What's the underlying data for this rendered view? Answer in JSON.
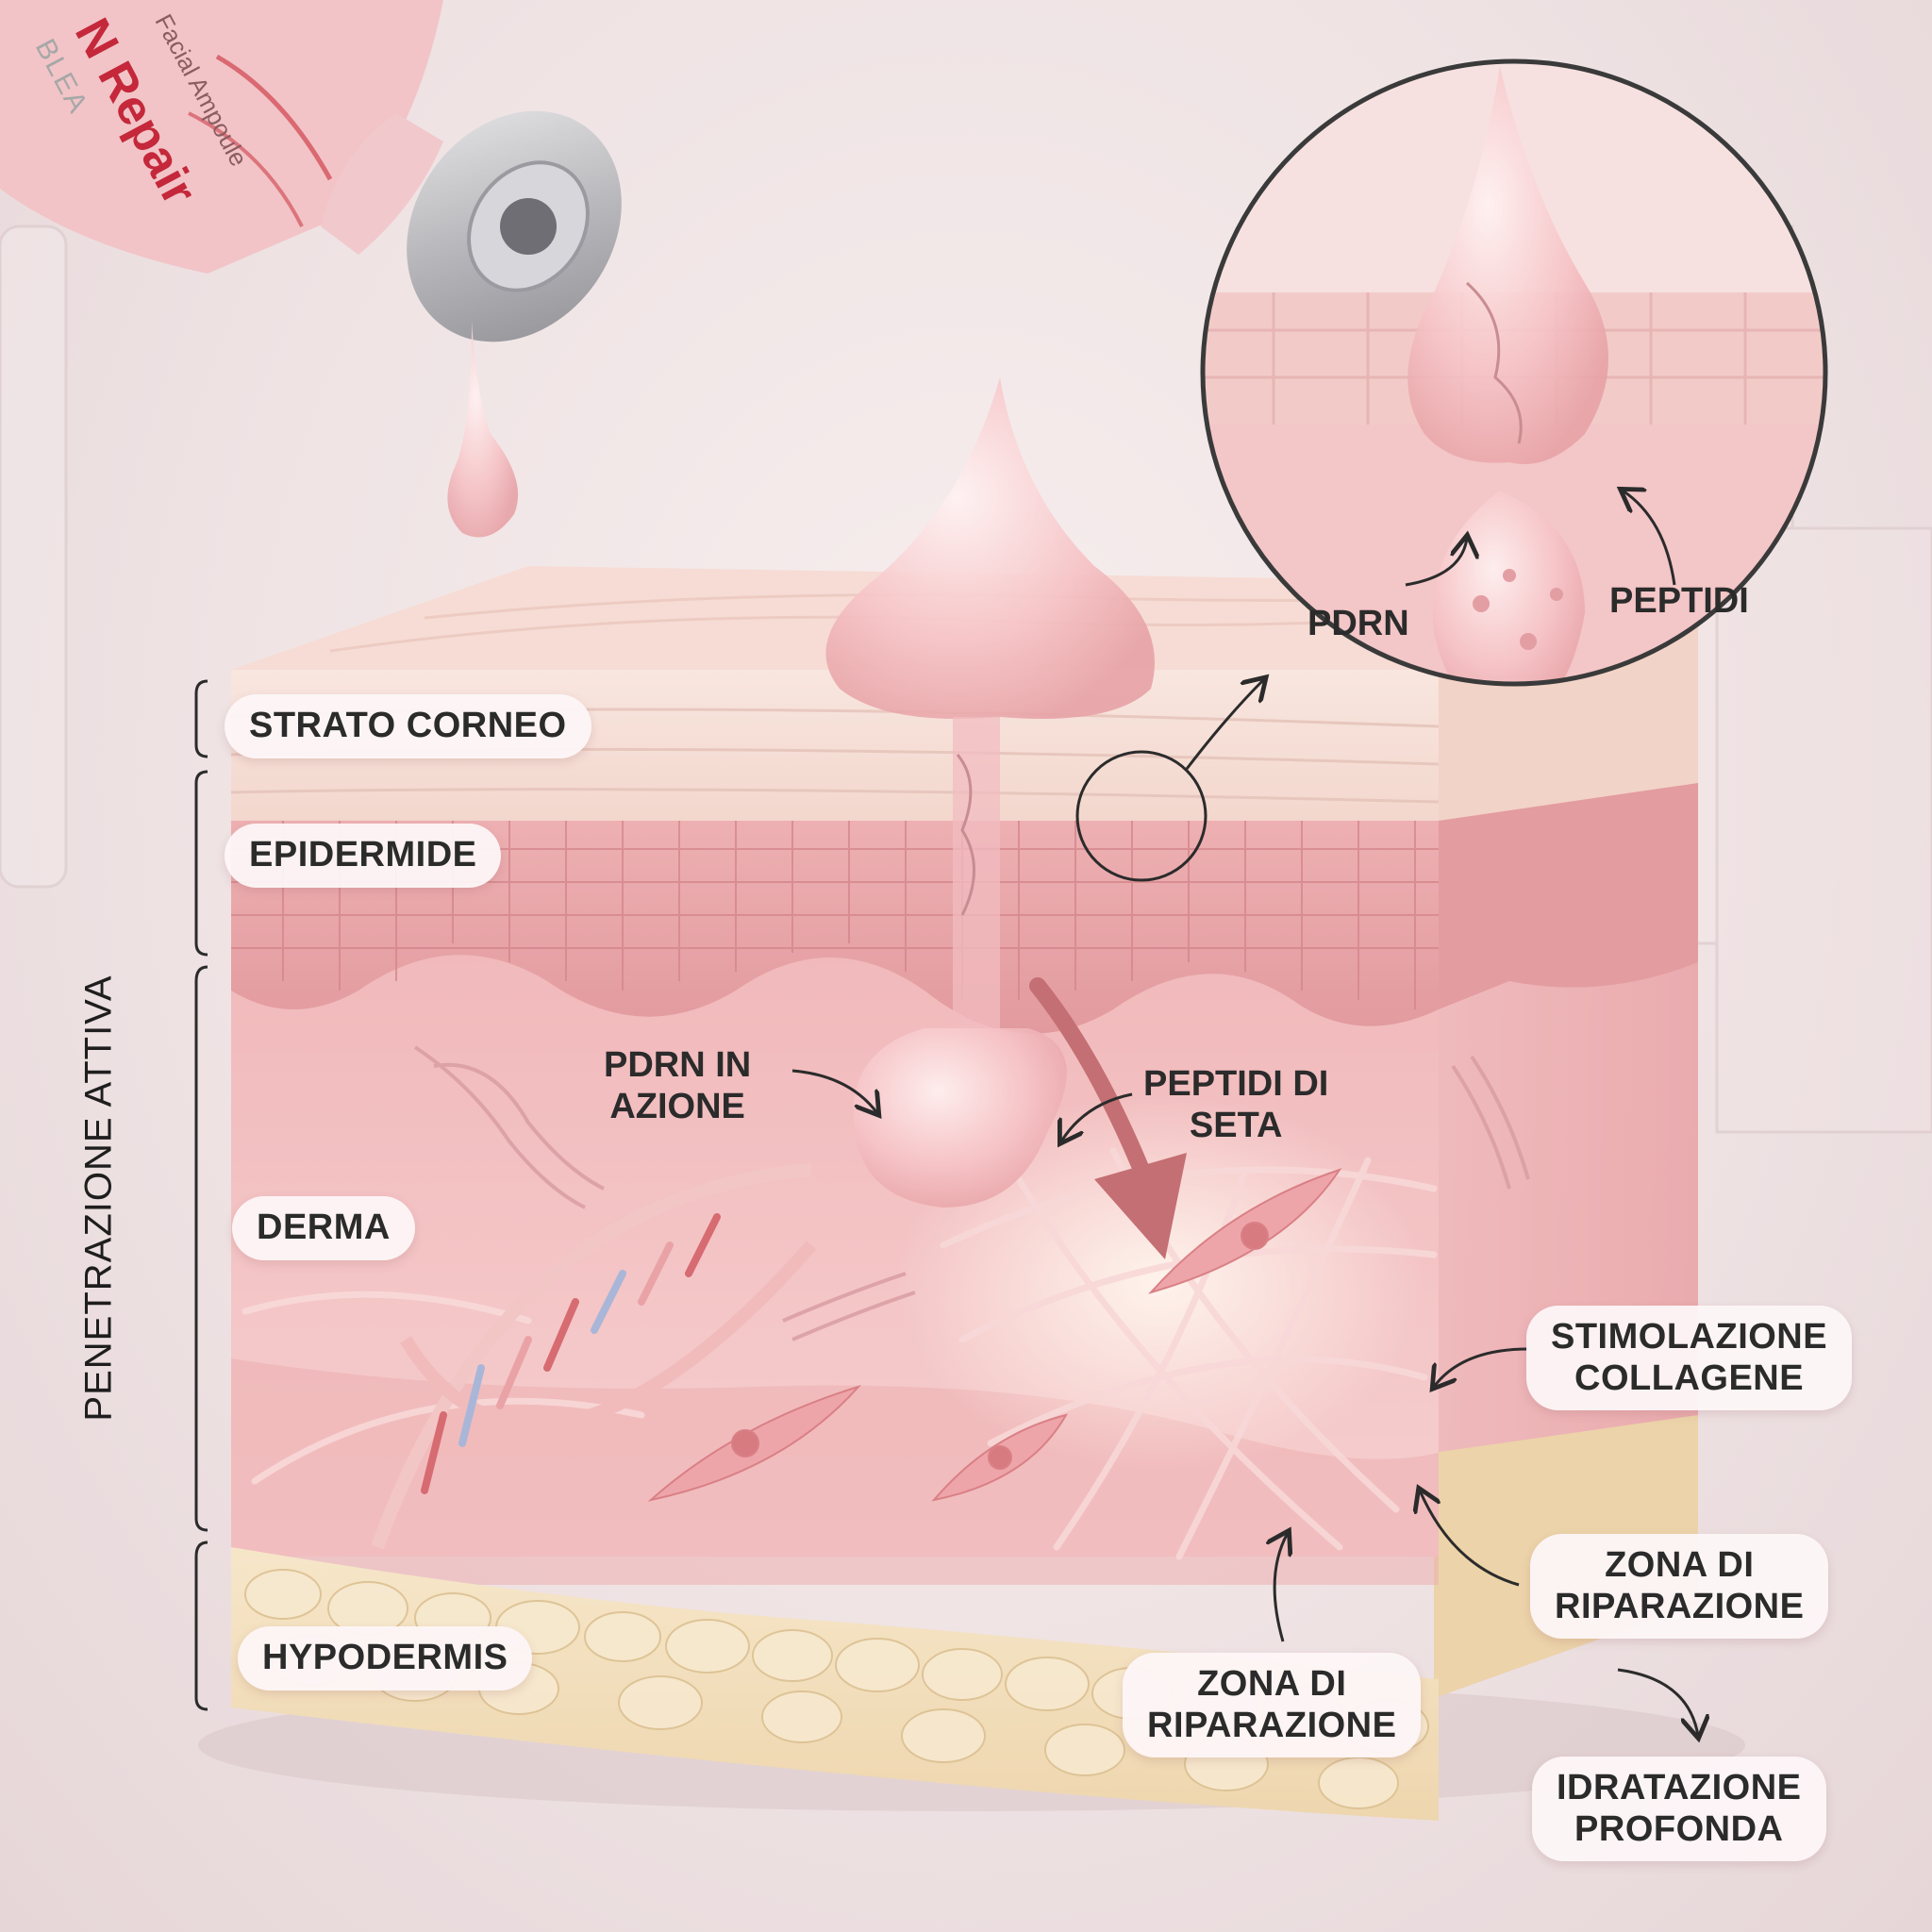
{
  "product": {
    "brand_fragment": "BLEA",
    "name_fragment": "N Repair",
    "sub_fragment": "Facial Ampoule"
  },
  "side_axis": {
    "label": "PENETRAZIONE ATTIVA"
  },
  "layers": [
    {
      "key": "stratum",
      "label": "STRATO CORNEO"
    },
    {
      "key": "epidermis",
      "label": "EPIDERMIDE"
    },
    {
      "key": "dermis",
      "label": "DERMA"
    },
    {
      "key": "hypodermis",
      "label": "HYPODERMIS"
    }
  ],
  "callouts": {
    "pdrn_action": {
      "line1": "PDRN IN",
      "line2": "AZIONE"
    },
    "silk_peptides": {
      "line1": "PEPTIDI DI",
      "line2": "SETA"
    },
    "collagen": {
      "line1": "STIMOLAZIONE",
      "line2": "COLLAGENE"
    },
    "repair_right": {
      "line1": "ZONA DI",
      "line2": "RIPARAZIONE"
    },
    "repair_center": {
      "line1": "ZONA DI",
      "line2": "RIPARAZIONE"
    },
    "hydration": {
      "line1": "IDRATAZIONE",
      "line2": "PROFONDA"
    }
  },
  "zoom_inset": {
    "pdrn": "PDRN",
    "peptides": "PEPTIDI"
  },
  "colors": {
    "accent_arrow": "#c46f73",
    "serum": "#f4bfc2",
    "stratum": "#f8e4dc",
    "epidermis": "#e9a9ac",
    "dermis": "#f3c5c6",
    "hypodermis": "#f2dfbd"
  }
}
